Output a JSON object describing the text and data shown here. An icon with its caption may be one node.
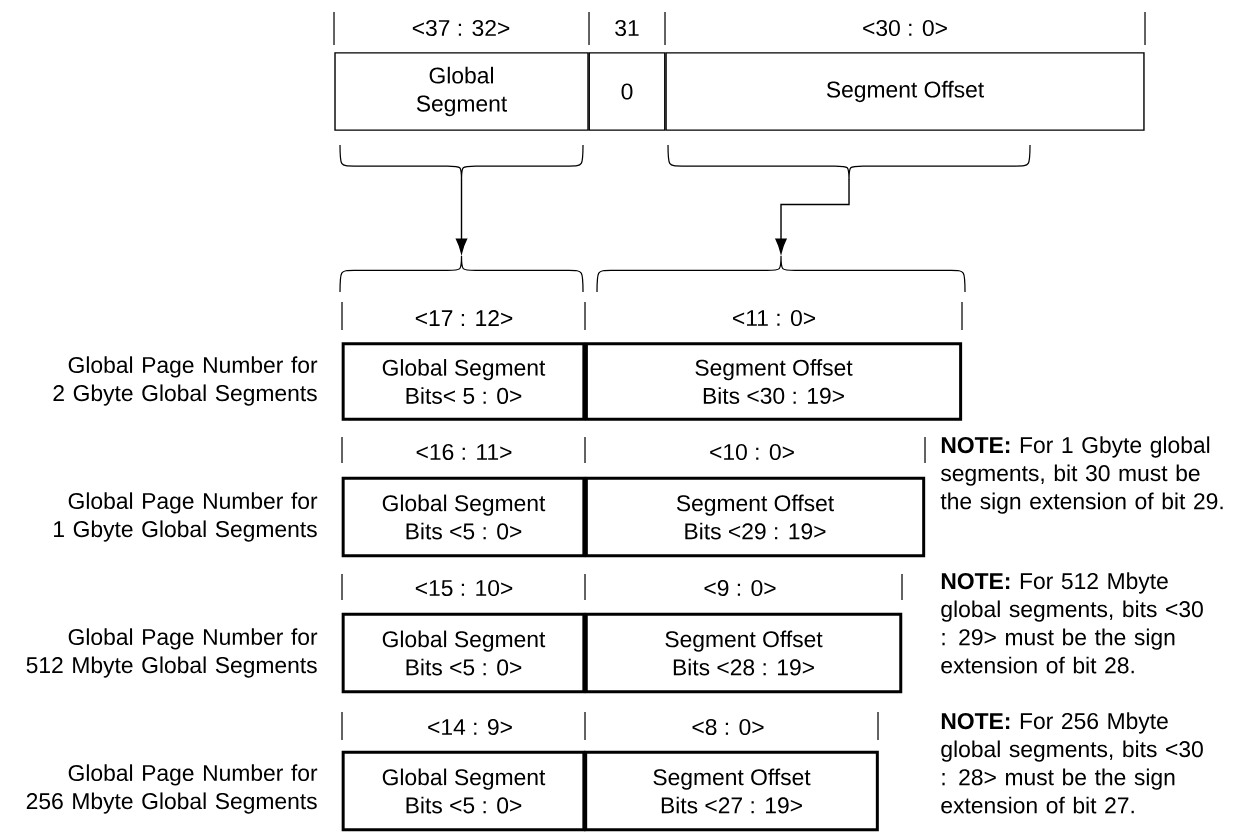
{
  "diagram": {
    "nodes": [
      {
        "text": [
          "Global Segment"
        ]
      },
      {
        "text": [
          "0"
        ]
      },
      {
        "text": [
          "Segment Offset"
        ]
      },
      {
        "text": [],
        "shape": "brace"
      },
      {
        "text": [],
        "shape": "brace"
      },
      {
        "text": [],
        "shape": "brace"
      },
      {
        "text": [],
        "shape": "brace"
      },
      {
        "text": [
          "Global Segment",
          "Bits< 5 : 0>"
        ]
      },
      {
        "text": [
          "Segment Offset",
          "Bits <30 : 19>"
        ]
      },
      {
        "text": [
          "Global Segment",
          "Bits <5 : 0>"
        ]
      },
      {
        "text": [
          "Segment Offset",
          "Bits <29 : 19>"
        ]
      },
      {
        "text": [
          "Global Segment",
          "Bits <5 : 0>"
        ]
      },
      {
        "text": [
          "Segment Offset",
          "Bits <28 : 19>"
        ]
      },
      {
        "text": [
          "Global Segment",
          "Bits <5 : 0>"
        ]
      },
      {
        "text": [
          "Segment Offset",
          "Bits <27 : 19>"
        ]
      }
    ],
    "edges": [
      {
        "from": 3,
        "to": 5,
        "arrow": "to"
      },
      {
        "from": 4,
        "to": 6,
        "arrow": "to"
      }
    ],
    "labels": [
      "<37 : 32>",
      "31",
      "<30 : 0>",
      "<17 : 12>",
      "<11 : 0>",
      "Global Page Number for 2 Gbyte Global Segments",
      "<16 : 11>",
      "<10 : 0>",
      "**NOTE:** For 1 Gbyte global segments, bit 30 must be the sign extension of bit 29.",
      "Global Page Number for 1 Gbyte Global Segments",
      "<15 : 10>",
      "<9 : 0>",
      "**NOTE:** For 512 Mbyte global segments, bits <30 : 29> must be the sign extension of bit 28.",
      "Global Page Number for 512 Mbyte Global Segments",
      "<14 : 9>",
      "<8 : 0>",
      "**NOTE:** For 256 Mbyte global segments, bits <30 : 28> must be the sign extension of bit 27.",
      "Global Page Number for 256 Mbyte Global Segments"
    ]
  }
}
